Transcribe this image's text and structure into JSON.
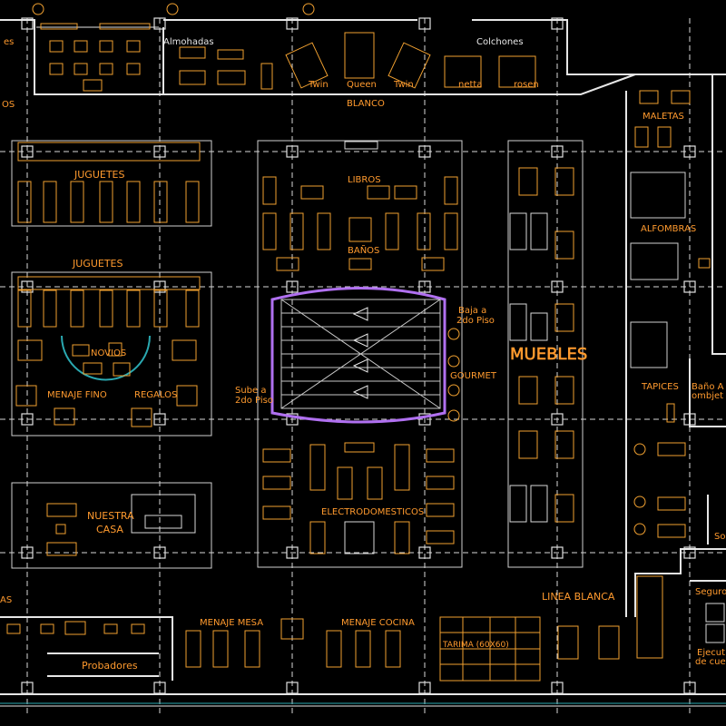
{
  "plan": {
    "labels": {
      "almohadas": "Almohadas",
      "colchones": "Colchones",
      "twin1": "Twin",
      "queen": "Queen",
      "twin2": "Twin",
      "netta": "netta",
      "rosen": "rosen",
      "blanco": "BLANCO",
      "maletas": "MALETAS",
      "juguetes1": "JUGUETES",
      "juguetes2": "JUGUETES",
      "libros": "LIBROS",
      "banos": "BAÑOS",
      "alfombras": "ALFOMBRAS",
      "novios": "NOVIOS",
      "menaje_fino": "MENAJE FINO",
      "regalos": "REGALOS",
      "baja_line1": "Baja a",
      "baja_line2": "2do Piso",
      "sube_line1": "Sube a",
      "sube_line2": "2do Piso",
      "gourmet": "GOURMET",
      "muebles": "MUEBLES",
      "tapices": "TAPICES",
      "bano_a_line1": "Baño A",
      "bano_a_line2": "ombjet",
      "nuestra": "NUESTRA",
      "casa": "CASA",
      "electrodomesticos": "ELECTRODOMESTICOS",
      "linea_blanca": "LINEA BLANCA",
      "menaje_mesa": "MENAJE MESA",
      "menaje_cocina": "MENAJE COCINA",
      "tarima": "TARIMA (60X60)",
      "probadores": "Probadores",
      "seguro": "Seguro",
      "ejecut_line1": "Ejecut",
      "ejecut_line2": "de cue",
      "edge_left1": "es",
      "edge_left2": "OS",
      "edge_left3": "AS",
      "edge_right1": "So"
    }
  }
}
